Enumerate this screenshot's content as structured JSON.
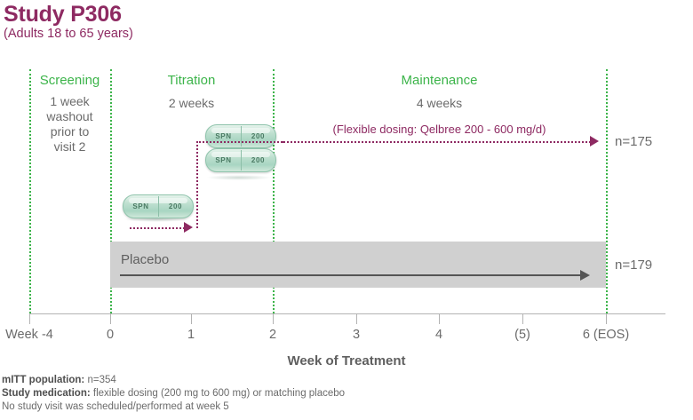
{
  "header": {
    "title": "Study P306",
    "subtitle": "(Adults 18 to 65 years)"
  },
  "phases": [
    {
      "name": "Screening",
      "duration": "1 week washout prior to visit 2",
      "duration_label": ""
    },
    {
      "name": "Titration",
      "duration_label": "2 weeks"
    },
    {
      "name": "Maintenance",
      "duration_label": "4 weeks"
    }
  ],
  "screening_note": {
    "line1": "1 week",
    "line2": "washout",
    "line3": "prior to",
    "line4": "visit 2"
  },
  "capsules": {
    "left_text": "SPN",
    "right_text": "200",
    "titration_dose_single": "SPN 200",
    "titration_dose_double": "SPN 200"
  },
  "treatment_arm": {
    "annotation": "(Flexible dosing: Qelbree 200 - 600 mg/d)",
    "n_label": "n=175"
  },
  "placebo_arm": {
    "label": "Placebo",
    "n_label": "n=179"
  },
  "axis": {
    "title": "Week of Treatment",
    "first_label": "Week -4",
    "ticks": [
      "Week -4",
      "0",
      "1",
      "2",
      "3",
      "4",
      "(5)",
      "6 (EOS)"
    ]
  },
  "footnotes": {
    "line1_label": "mITT population:",
    "line1_value": " n=354",
    "line2_label": "Study medication:",
    "line2_value": " flexible dosing (200 mg to 600 mg) or matching placebo",
    "line3": "No study visit was scheduled/performed at week 5"
  },
  "colors": {
    "brand_magenta": "#8e2a62",
    "phase_green": "#3cb44a",
    "placebo_gray": "#d0d0d0",
    "capsule_green": "#a8d5c2",
    "text_gray": "#6b6b6b"
  }
}
